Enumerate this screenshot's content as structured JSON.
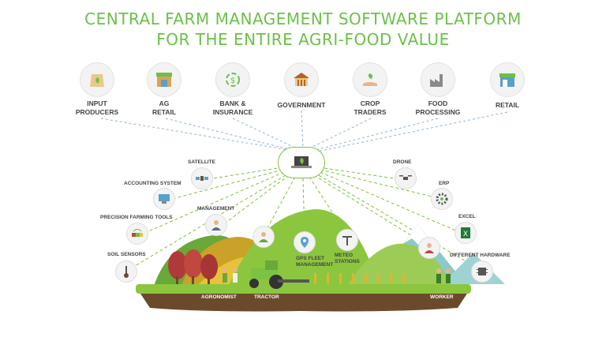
{
  "title": {
    "line1": "CENTRAL FARM MANAGEMENT SOFTWARE PLATFORM",
    "line2": "FOR THE ENTIRE AGRI-FOOD VALUE"
  },
  "stakeholders": [
    {
      "line1": "INPUT",
      "line2": "PRODUCERS"
    },
    {
      "line1": "AG",
      "line2": "RETAIL"
    },
    {
      "line1": "BANK &",
      "line2": "INSURANCE"
    },
    {
      "line1": "GOVERNMENT",
      "line2": ""
    },
    {
      "line1": "CROP",
      "line2": "TRADERS"
    },
    {
      "line1": "FOOD",
      "line2": "PROCESSING"
    },
    {
      "line1": "RETAIL",
      "line2": ""
    }
  ],
  "left_nodes": {
    "satellite": "SATELLITE",
    "accounting": "ACCOUNTING SYSTEM",
    "precision": "PRECISION FARMING TOOLS",
    "soil": "SOIL SENSORS",
    "management": "MANAGEMENT"
  },
  "right_nodes": {
    "drone": "DRONE",
    "erp": "ERP",
    "excel": "EXCEL",
    "hardware": "DIFFERENT HARDWARE"
  },
  "field_nodes": {
    "gps_line1": "GPS FLEET",
    "gps_line2": "MANAGEMENT",
    "meteo_line1": "METEO",
    "meteo_line2": "STATIONS",
    "agronomist": "AGRONOMIST",
    "tractor": "TRACTOR",
    "worker": "WORKER"
  },
  "colors": {
    "title_green": "#6cc04a",
    "dash_blue": "#8fb3dd",
    "dash_green": "#7cc243",
    "grass": "#8cc63f",
    "soil": "#6b4a2b"
  }
}
